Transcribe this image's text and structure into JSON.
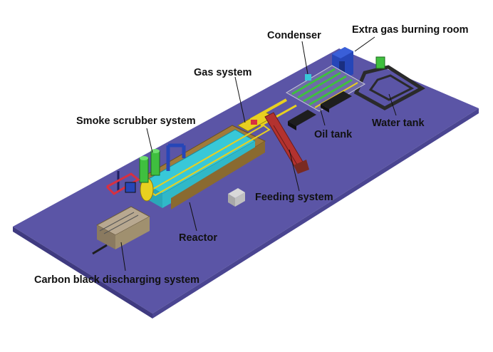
{
  "labels": {
    "condenser": "Condenser",
    "extra_gas_burning_room": "Extra gas burning room",
    "gas_system": "Gas system",
    "smoke_scrubber_system": "Smoke scrubber system",
    "water_tank": "Water tank",
    "oil_tank": "Oil tank",
    "feeding_system": "Feeding system",
    "reactor": "Reactor",
    "carbon_black_discharging_system": "Carbon black discharging system"
  },
  "colors": {
    "platform_top": "#5b55a6",
    "platform_side": "#3f3a80",
    "reactor_body": "#38c8d8",
    "frame_brown": "#a07a3a",
    "pipe_yellow": "#e8d020",
    "pipe_green": "#3fbf3f",
    "pipe_red": "#d83040",
    "burner_blue": "#2646b8",
    "label_text": "#111111"
  }
}
